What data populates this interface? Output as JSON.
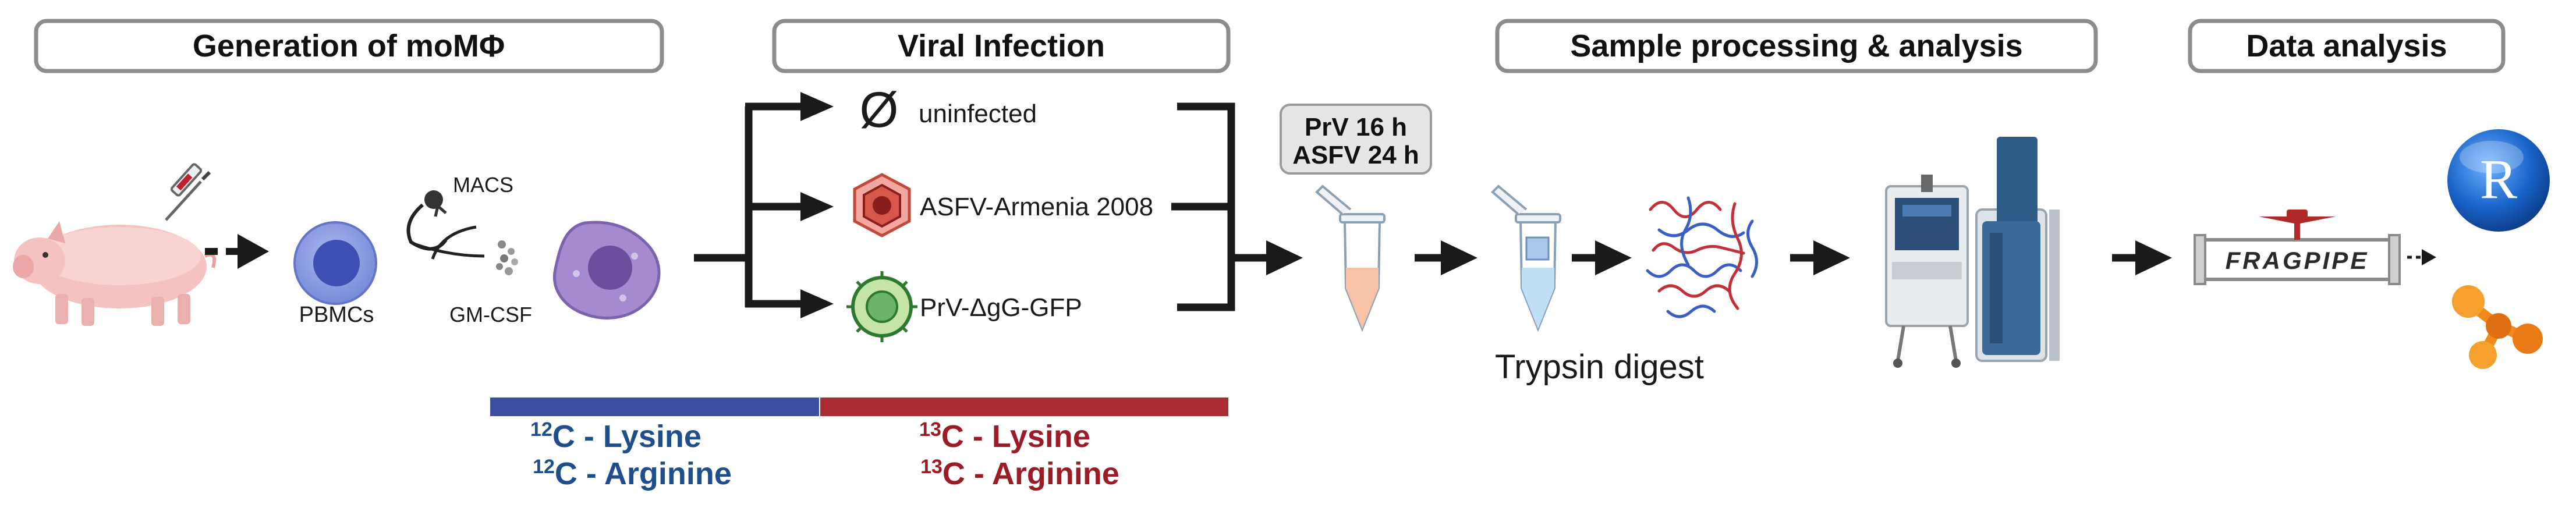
{
  "headers": {
    "generation": "Generation of  moMΦ",
    "infection": "Viral Infection",
    "processing": "Sample processing & analysis",
    "data": "Data analysis"
  },
  "cells": {
    "pbmc": "PBMCs",
    "macs": "MACS",
    "gmcsf": "GM-CSF"
  },
  "conditions": {
    "uninfected_symbol": "Ø",
    "uninfected": "uninfected",
    "asfv": "ASFV-Armenia 2008",
    "prv": "PrV-ΔgG-GFP"
  },
  "timepoints": {
    "prv": "PrV 16 h",
    "asfv": "ASFV 24 h"
  },
  "digest": "Trypsin digest",
  "labeling": {
    "light_lysine_mass": "12",
    "light_lysine": "C - Lysine",
    "light_arginine_mass": "12",
    "light_arginine": "C - Arginine",
    "heavy_lysine_mass": "13",
    "heavy_lysine": "C - Lysine",
    "heavy_arginine_mass": "13",
    "heavy_arginine": "C - Arginine"
  },
  "software": {
    "r_letter": "R",
    "fragpipe": "FRAGPIPE"
  },
  "colors": {
    "light_label": "#1f4e8c",
    "heavy_label": "#9b1c24",
    "header_border": "#8c8c8c"
  },
  "icons": [
    "pig-icon",
    "syringe-icon",
    "pbmc-cell-icon",
    "macs-bead-icon",
    "macrophage-icon",
    "asfv-virus-icon",
    "prv-virus-icon",
    "tube-icon",
    "peptides-icon",
    "mass-spectrometer-icon",
    "r-logo-icon",
    "fragpipe-logo-icon",
    "network-icon"
  ]
}
